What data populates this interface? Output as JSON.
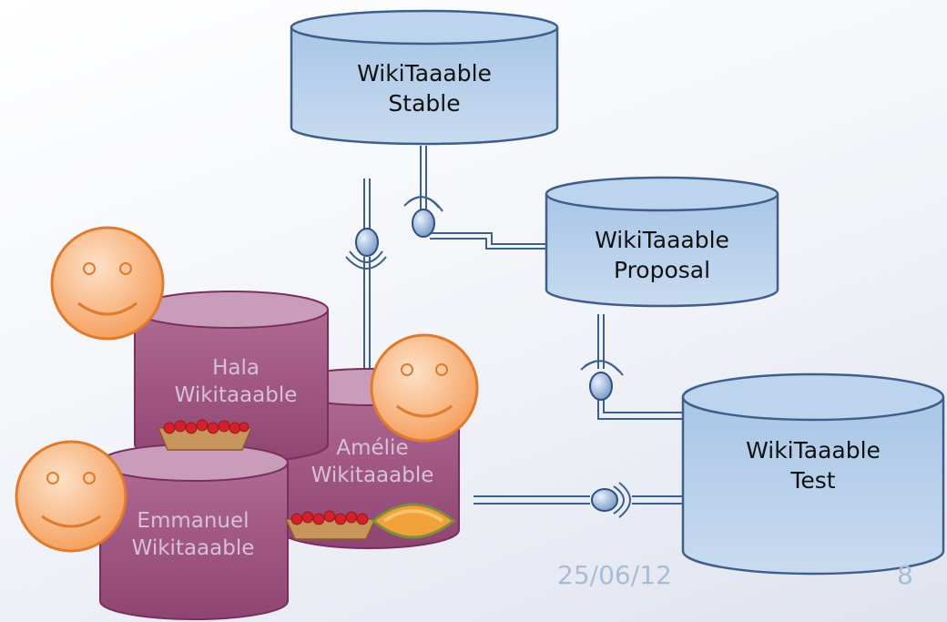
{
  "databases": {
    "stable": {
      "line1": "WikiTaaable",
      "line2": "Stable"
    },
    "proposal": {
      "line1": "WikiTaaable",
      "line2": "Proposal"
    },
    "test": {
      "line1": "WikiTaaable",
      "line2": "Test"
    }
  },
  "users": {
    "hala": {
      "line1": "Hala",
      "line2": "Wikitaaable"
    },
    "amelie": {
      "line1": "Amélie",
      "line2": "Wikitaaable"
    },
    "emmanuel": {
      "line1": "Emmanuel",
      "line2": "Wikitaaable"
    }
  },
  "footer": {
    "date": "25/06/12",
    "page": "8"
  },
  "colors": {
    "repo_fill": "#b3cde9",
    "repo_stroke": "#3f5f8a",
    "user_fill": "#a25a84",
    "user_stroke": "#7a2f60",
    "smiley": "#f7a566",
    "footer": "#a8bcd6"
  },
  "icons": [
    "smiley-icon",
    "strawberry-basket-icon",
    "melon-icon",
    "interface-connector-icon"
  ]
}
